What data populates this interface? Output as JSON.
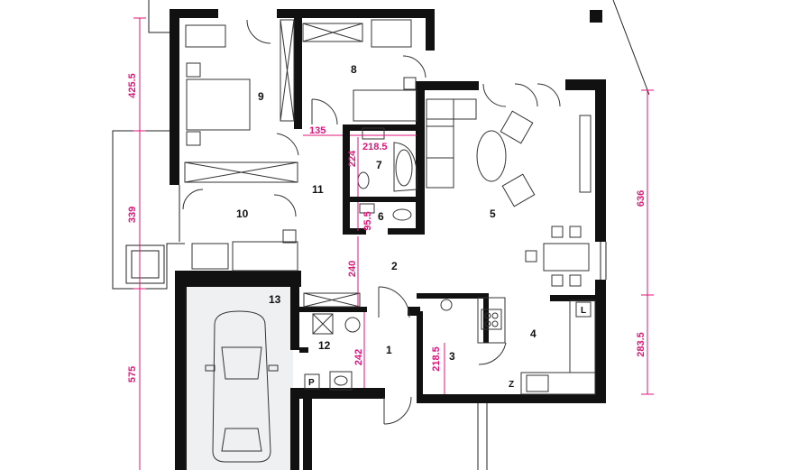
{
  "rooms": [
    {
      "id": "1",
      "label": "1"
    },
    {
      "id": "2",
      "label": "2"
    },
    {
      "id": "3",
      "label": "3"
    },
    {
      "id": "4",
      "label": "4"
    },
    {
      "id": "5",
      "label": "5"
    },
    {
      "id": "6",
      "label": "6"
    },
    {
      "id": "7",
      "label": "7"
    },
    {
      "id": "8",
      "label": "8"
    },
    {
      "id": "9",
      "label": "9"
    },
    {
      "id": "10",
      "label": "10"
    },
    {
      "id": "11",
      "label": "11"
    },
    {
      "id": "12",
      "label": "12"
    },
    {
      "id": "13",
      "label": "13"
    }
  ],
  "dimensions": {
    "left_top": "425.5",
    "left_mid": "339",
    "left_bottom": "575",
    "right_top": "636",
    "right_bottom": "283.5",
    "d135": "135",
    "d218_top": "218.5",
    "d224": "224",
    "d95": "95.5",
    "d240": "240",
    "d242": "242",
    "d218_bottom": "218.5"
  },
  "fixture_letters": {
    "laundry": "L",
    "pantry": "P",
    "fridge": "Z"
  },
  "colors": {
    "walls": "#111111",
    "dimensions": "#e0157a",
    "garage_fill": "#eef0f2"
  }
}
